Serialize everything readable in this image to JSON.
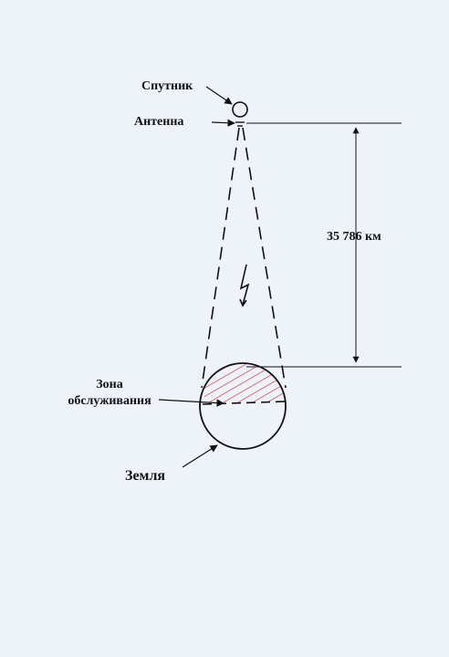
{
  "labels": {
    "satellite": "Спутник",
    "antenna": "Антенна",
    "distance": "35 786 км",
    "zone_line1": "Зона",
    "zone_line2": "обслуживания",
    "earth": "Земля"
  },
  "colors": {
    "background": "#eef3fa",
    "ink": "#111111",
    "hatch": "#d9303a"
  },
  "icons": {
    "lightning": "lightning-bolt-icon"
  }
}
